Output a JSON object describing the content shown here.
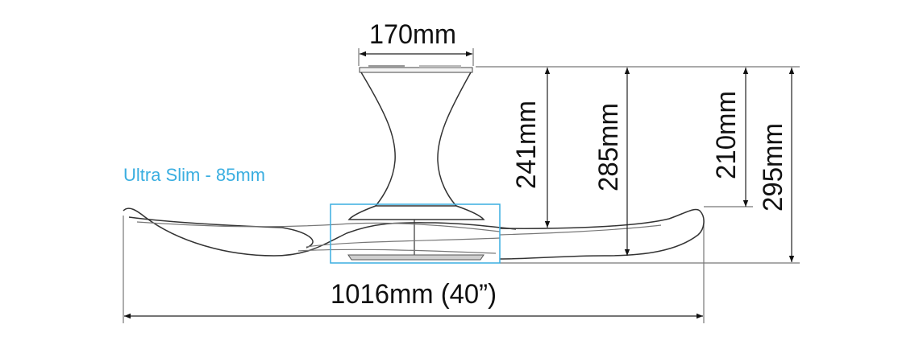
{
  "dimensions": {
    "canopy_width": "170mm",
    "blade_to_ceiling": "241mm",
    "overall_to_blade_bottom": "285mm",
    "blade_tip_height": "210mm",
    "overall_height": "295mm",
    "span": "1016mm (40”)"
  },
  "annotation": {
    "label": "Ultra Slim - 85mm",
    "color": "#3aaee0"
  },
  "colors": {
    "lines": "#222222",
    "highlight": "#3aaee0"
  }
}
